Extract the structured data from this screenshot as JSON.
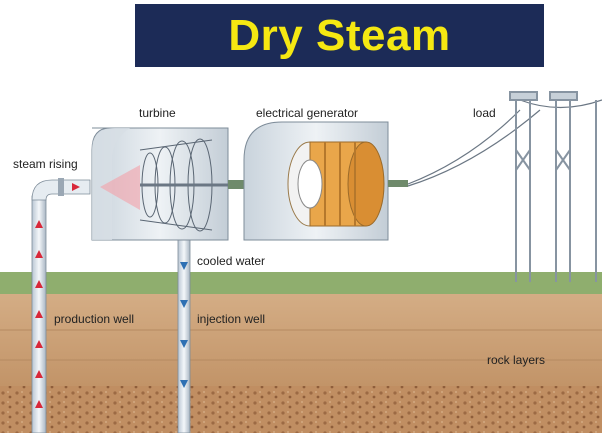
{
  "title": "Dry Steam",
  "labels": {
    "turbine": "turbine",
    "generator": "electrical generator",
    "load": "load",
    "steam_rising": "steam rising",
    "cooled_water": "cooled water",
    "production_well": "production well",
    "injection_well": "injection well",
    "rock_layers": "rock layers"
  },
  "colors": {
    "banner": "#1c2b57",
    "title": "#f5e812",
    "grass": "#8aa86a",
    "soil": "#c9a178",
    "rock": "#b5835a",
    "steam_arrow": "#d8283a",
    "water_arrow": "#2d6fb3"
  }
}
